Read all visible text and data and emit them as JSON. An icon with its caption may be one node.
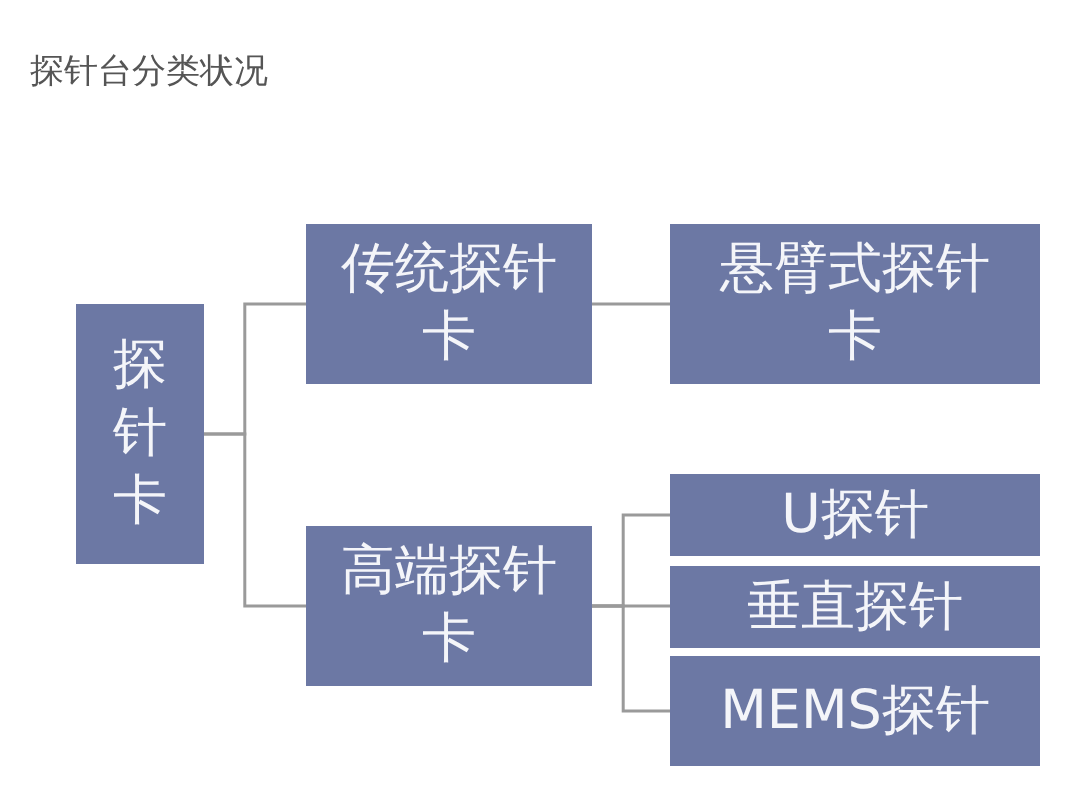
{
  "diagram": {
    "title": "探针台分类状况",
    "nodes": [
      {
        "text": [
          "探针卡"
        ]
      },
      {
        "text": [
          "传统探针卡"
        ]
      },
      {
        "text": [
          "悬臂式探针卡"
        ]
      },
      {
        "text": [
          "高端探针卡"
        ]
      },
      {
        "text": [
          "U探针"
        ]
      },
      {
        "text": [
          "垂直探针"
        ]
      },
      {
        "text": [
          "MEMS探针"
        ]
      }
    ],
    "edges": [
      {
        "from": 0,
        "to": 1,
        "arrow": "none"
      },
      {
        "from": 0,
        "to": 3,
        "arrow": "none"
      },
      {
        "from": 1,
        "to": 2,
        "arrow": "none"
      },
      {
        "from": 3,
        "to": 4,
        "arrow": "none"
      },
      {
        "from": 3,
        "to": 5,
        "arrow": "none"
      },
      {
        "from": 3,
        "to": 6,
        "arrow": "none"
      }
    ]
  }
}
